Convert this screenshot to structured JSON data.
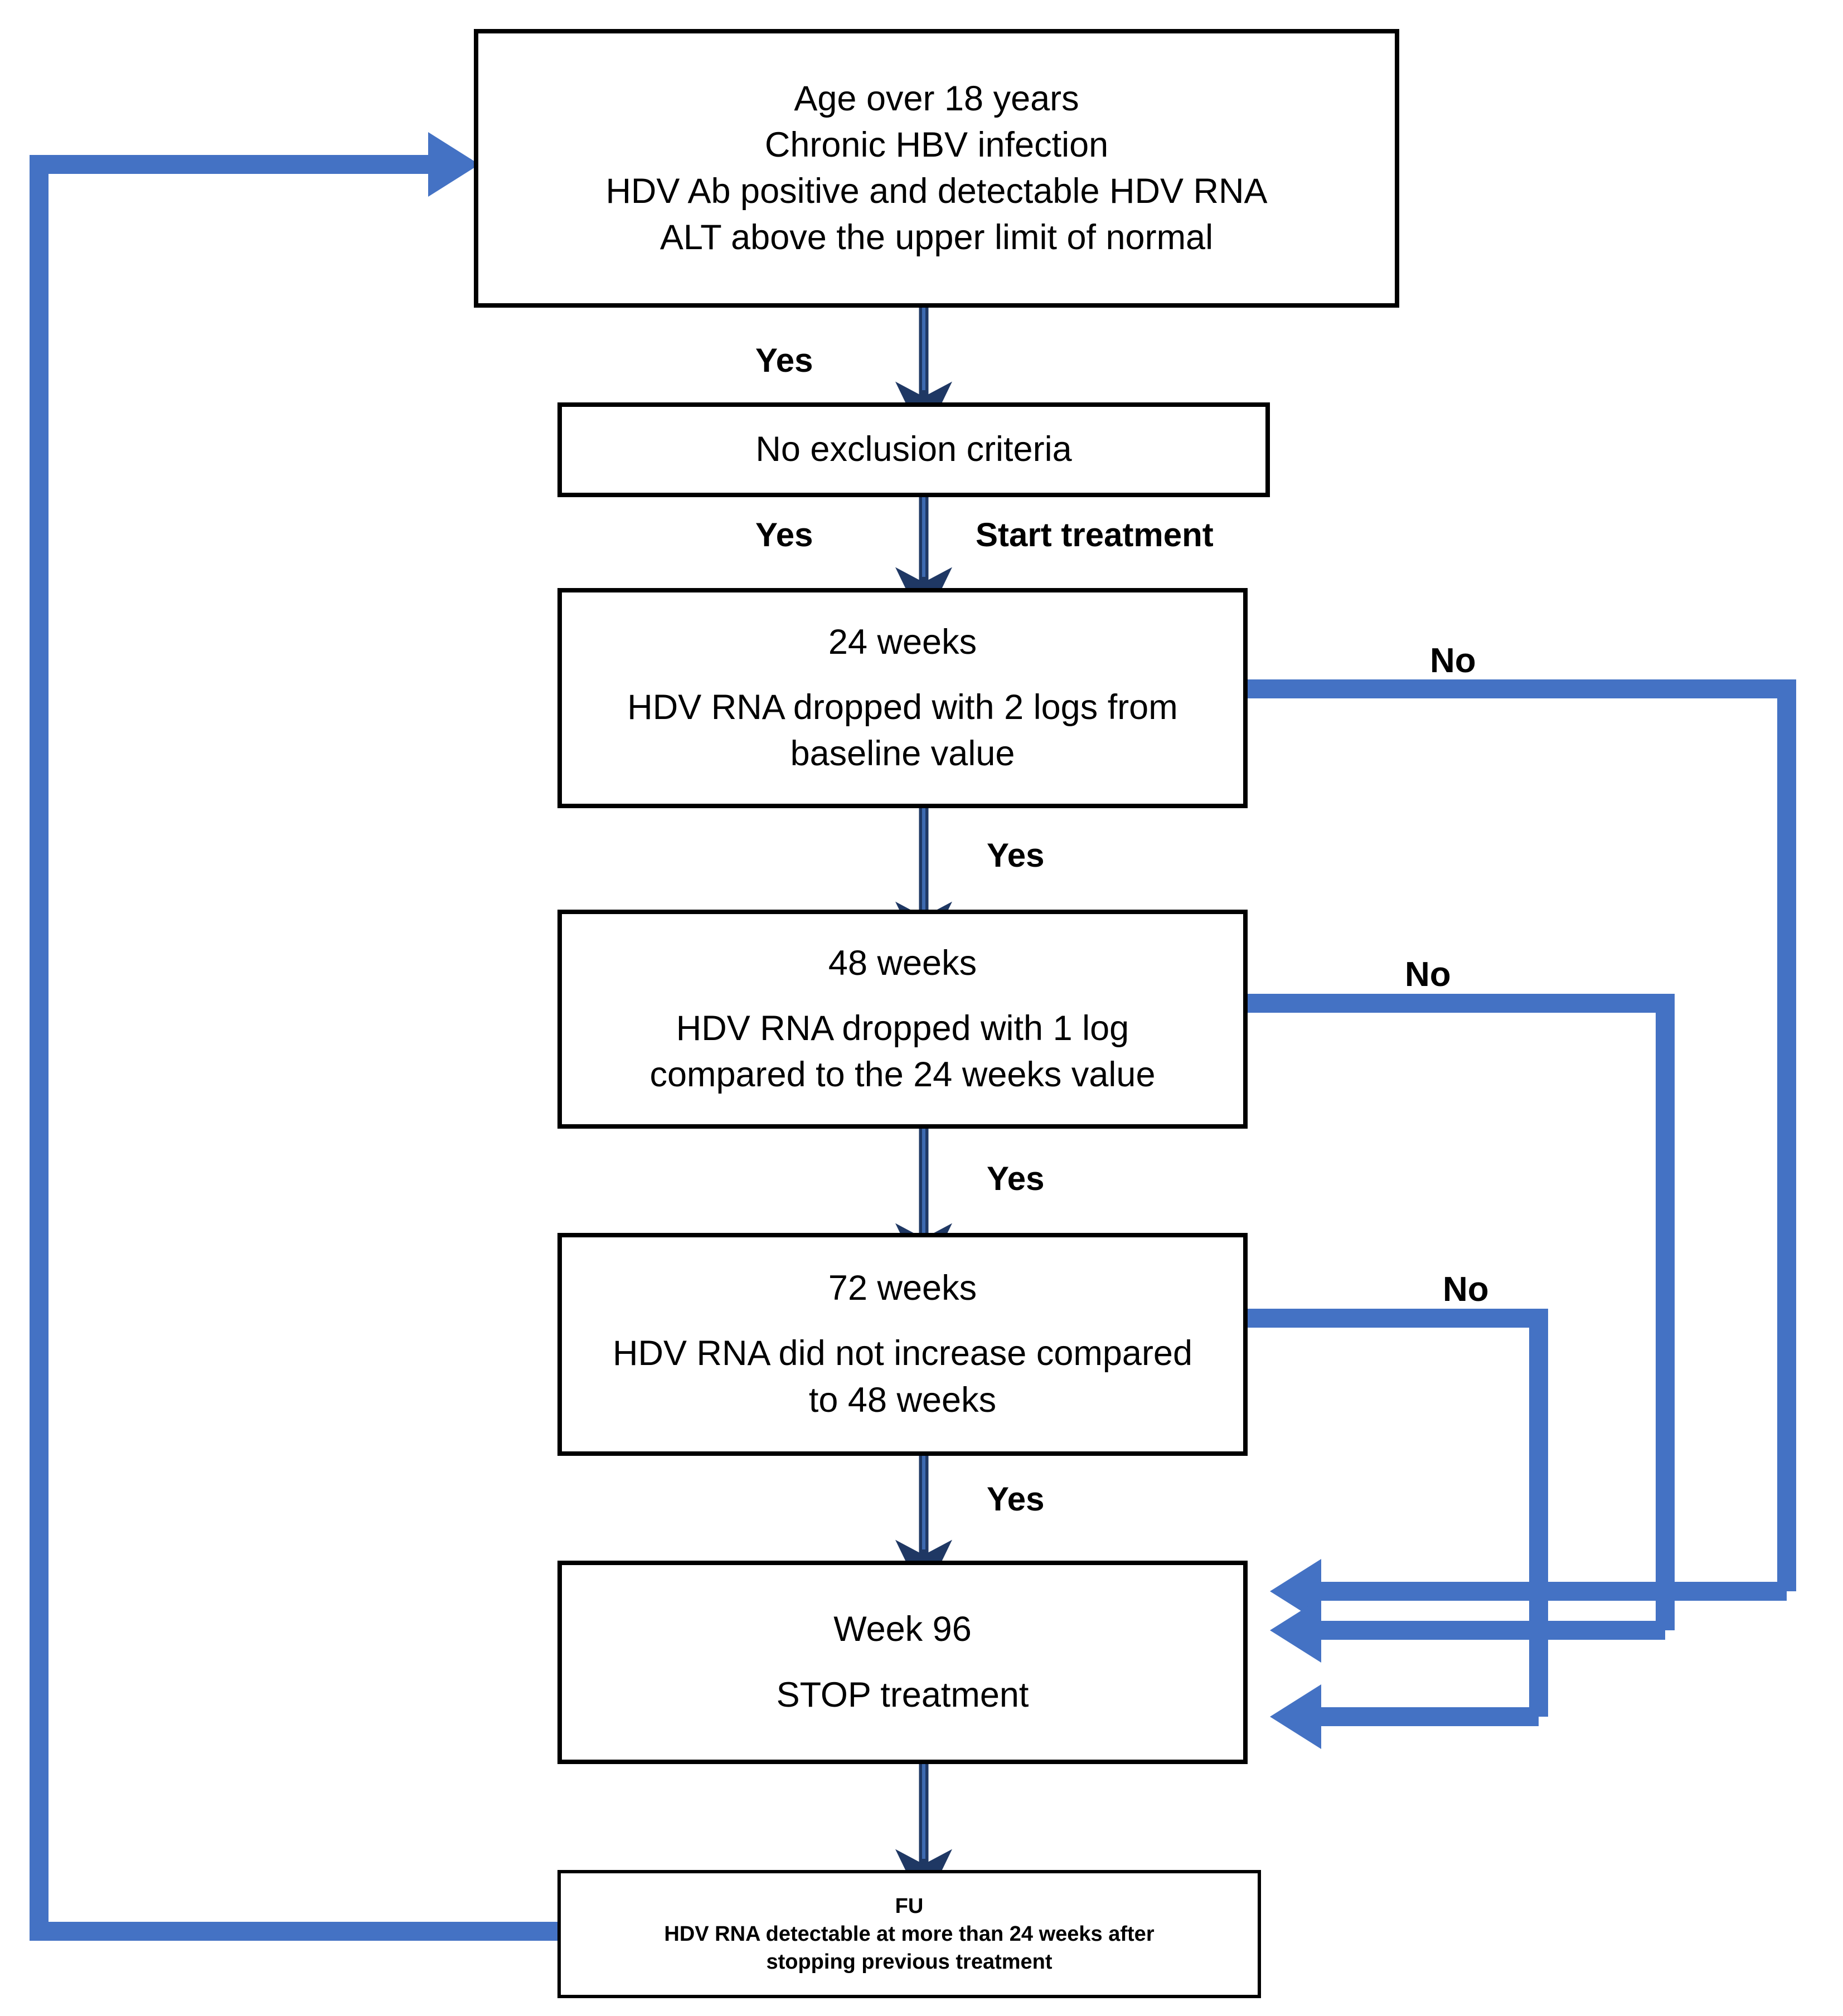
{
  "diagram": {
    "title": "HDV treatment stopping-rule flowchart",
    "colors": {
      "box_border": "#000000",
      "vertical_arrow": "#1F3864",
      "vertical_arrow_highlight": "#2E5496",
      "loop_arrow": "#4472C4",
      "text": "#000000",
      "background": "#FFFFFF"
    },
    "nodes": [
      {
        "id": "eligibility",
        "lines": [
          "Age over 18 years",
          "Chronic HBV infection",
          "HDV Ab positive and detectable HDV RNA",
          "ALT above the upper limit of normal"
        ]
      },
      {
        "id": "exclusion",
        "lines": [
          "No exclusion criteria"
        ]
      },
      {
        "id": "week24",
        "heading": "24 weeks",
        "lines": [
          "HDV RNA dropped with 2 logs from",
          "baseline value"
        ]
      },
      {
        "id": "week48",
        "heading": "48 weeks",
        "lines": [
          "HDV RNA dropped with 1 log",
          "compared to the 24 weeks value"
        ]
      },
      {
        "id": "week72",
        "heading": "72 weeks",
        "lines": [
          "HDV RNA did not increase compared",
          "to 48 weeks"
        ]
      },
      {
        "id": "week96",
        "heading": "Week 96",
        "lines": [
          "STOP treatment"
        ]
      },
      {
        "id": "followup",
        "heading": "FU",
        "lines": [
          "HDV RNA detectable at more than 24 weeks after",
          "stopping previous treatment"
        ]
      }
    ],
    "edge_labels": {
      "yes_1": "Yes",
      "yes_2": "Yes",
      "start_treatment": "Start treatment",
      "yes_24": "Yes",
      "yes_48": "Yes",
      "yes_72": "Yes",
      "no_24": "No",
      "no_48": "No",
      "no_72": "No"
    }
  }
}
